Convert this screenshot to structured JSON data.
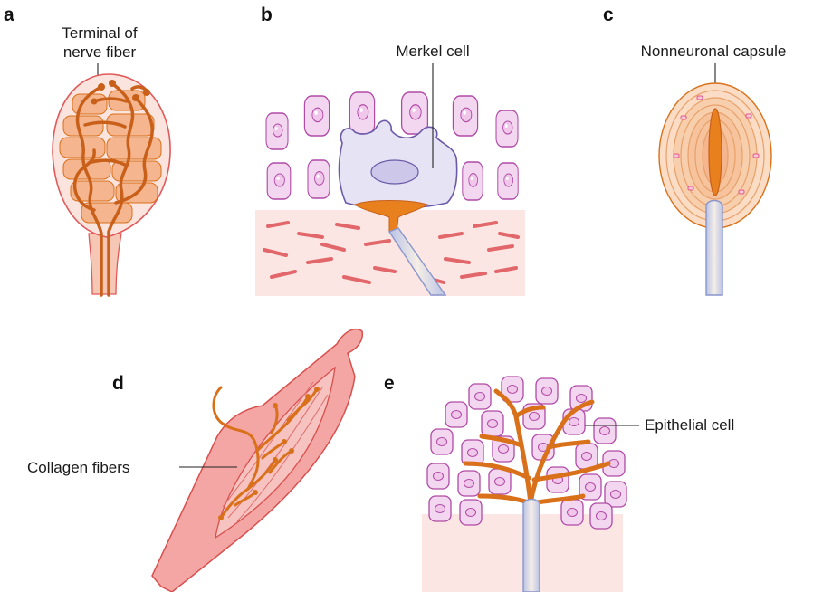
{
  "panels": [
    {
      "letter": "a",
      "labels": [
        "Terminal of",
        "nerve fiber"
      ]
    },
    {
      "letter": "b",
      "labels": [
        "Merkel cell"
      ]
    },
    {
      "letter": "c",
      "labels": [
        "Nonneuronal capsule"
      ]
    },
    {
      "letter": "d",
      "labels": [
        "Collagen fibers"
      ]
    },
    {
      "letter": "e",
      "labels": [
        "Epithelial cell"
      ]
    }
  ],
  "colors": {
    "nerve": "#d9701a",
    "capsule_fill": "#f4b58f",
    "capsule_outline": "#e05a5a",
    "epithelial_fill": "#f3d6ef",
    "epithelial_outline": "#b04aa5",
    "merkel_fill": "#e5e3f4",
    "dermis_fill": "#fbe6e4",
    "collagen": "#e2676b",
    "axon_blue": "#b9c3e6"
  }
}
